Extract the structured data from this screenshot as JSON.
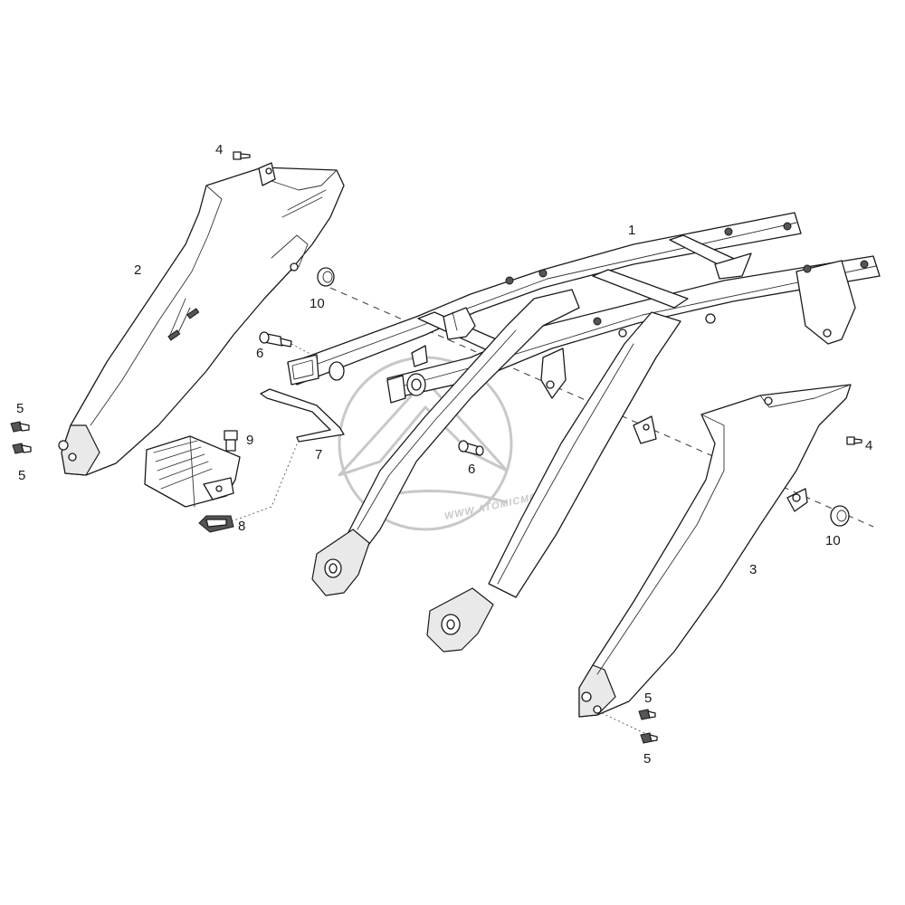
{
  "callouts": {
    "c1": "1",
    "c2": "2",
    "c3": "3",
    "c4a": "4",
    "c4b": "4",
    "c5a": "5",
    "c5b": "5",
    "c5c": "5",
    "c5d": "5",
    "c6a": "6",
    "c6b": "6",
    "c7": "7",
    "c8": "8",
    "c9": "9",
    "c10a": "10",
    "c10b": "10"
  },
  "watermark": {
    "text": "WWW.ATOMICMO"
  }
}
